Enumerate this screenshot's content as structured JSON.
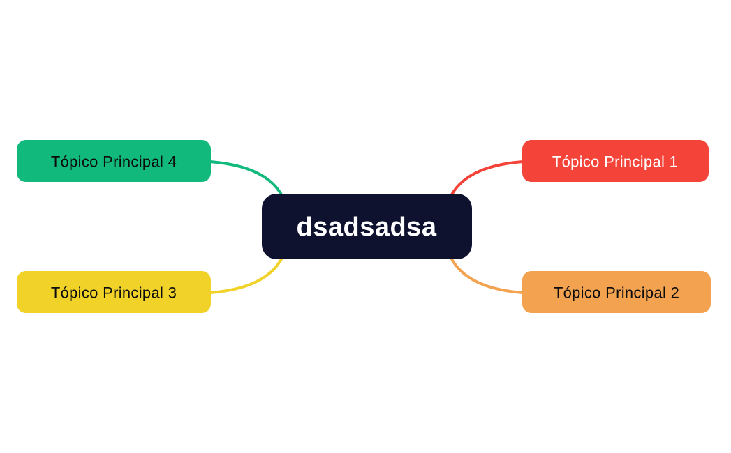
{
  "canvas": {
    "background_color": "#ffffff"
  },
  "central_node": {
    "label": "dsadsadsa",
    "fill": "#0E122E",
    "text_color": "#ffffff"
  },
  "topics": [
    {
      "label": "Tópico Principal 1",
      "fill": "#F44338",
      "text_color": "#ffffff",
      "position": "top-right"
    },
    {
      "label": "Tópico Principal 2",
      "fill": "#F3A24F",
      "text_color": "#0D0D0D",
      "position": "bottom-right"
    },
    {
      "label": "Tópico Principal 3",
      "fill": "#F0D229",
      "text_color": "#0D0D0D",
      "position": "bottom-left"
    },
    {
      "label": "Tópico Principal 4",
      "fill": "#11B97D",
      "text_color": "#0D0D0D",
      "position": "top-left"
    }
  ]
}
